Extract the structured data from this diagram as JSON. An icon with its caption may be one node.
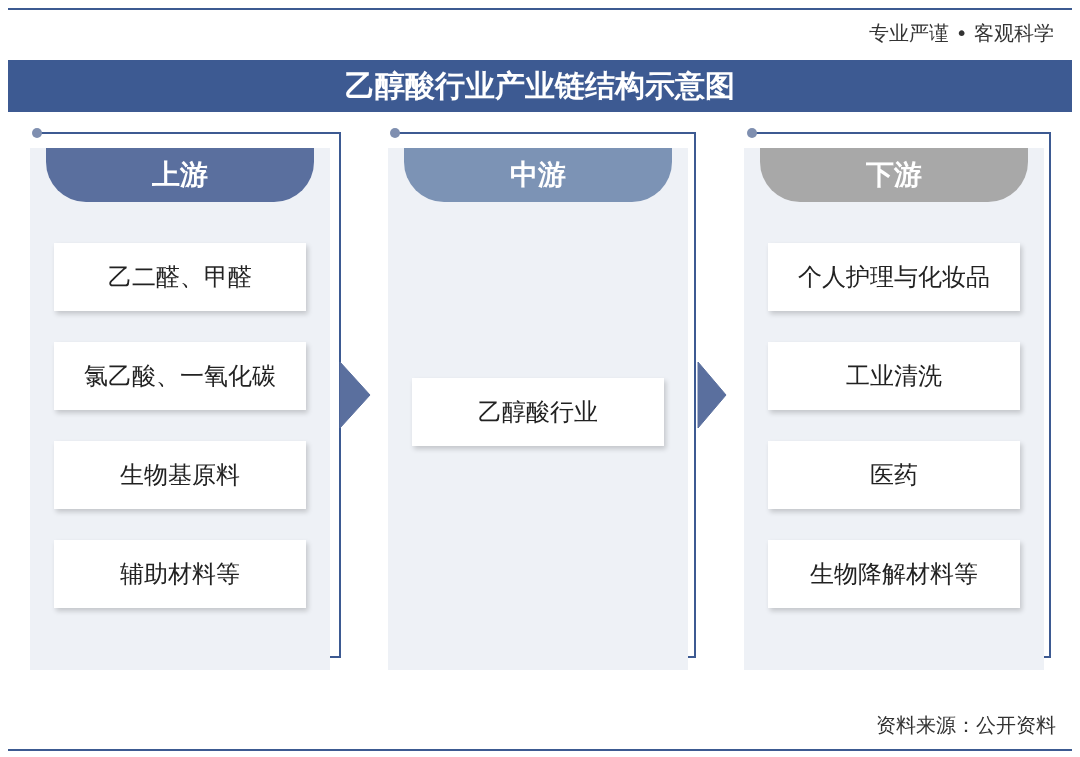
{
  "diagram": {
    "title": "乙醇酸行业产业链结构示意图",
    "nodes": [
      {
        "text": [
          "上游"
        ]
      },
      {
        "text": [
          "乙二醛、甲醛"
        ],
        "in": 0
      },
      {
        "text": [
          "氯乙酸、一氧化碳"
        ],
        "in": 0
      },
      {
        "text": [
          "生物基原料"
        ],
        "in": 0
      },
      {
        "text": [
          "辅助材料等"
        ],
        "in": 0
      },
      {
        "text": [
          "中游"
        ]
      },
      {
        "text": [
          "乙醇酸行业"
        ],
        "in": 5
      },
      {
        "text": [
          "下游"
        ]
      },
      {
        "text": [
          "个人护理与化妆品"
        ],
        "in": 7
      },
      {
        "text": [
          "工业清洗"
        ],
        "in": 7
      },
      {
        "text": [
          "医药"
        ],
        "in": 7
      },
      {
        "text": [
          "生物降解材料等"
        ],
        "in": 7
      }
    ],
    "edges": [
      {
        "from": 0,
        "to": 5,
        "arrow": "to"
      },
      {
        "from": 5,
        "to": 7,
        "arrow": "to"
      }
    ],
    "labels": [
      "专业严谨 • 客观科学",
      "资料来源：公开资料"
    ]
  }
}
